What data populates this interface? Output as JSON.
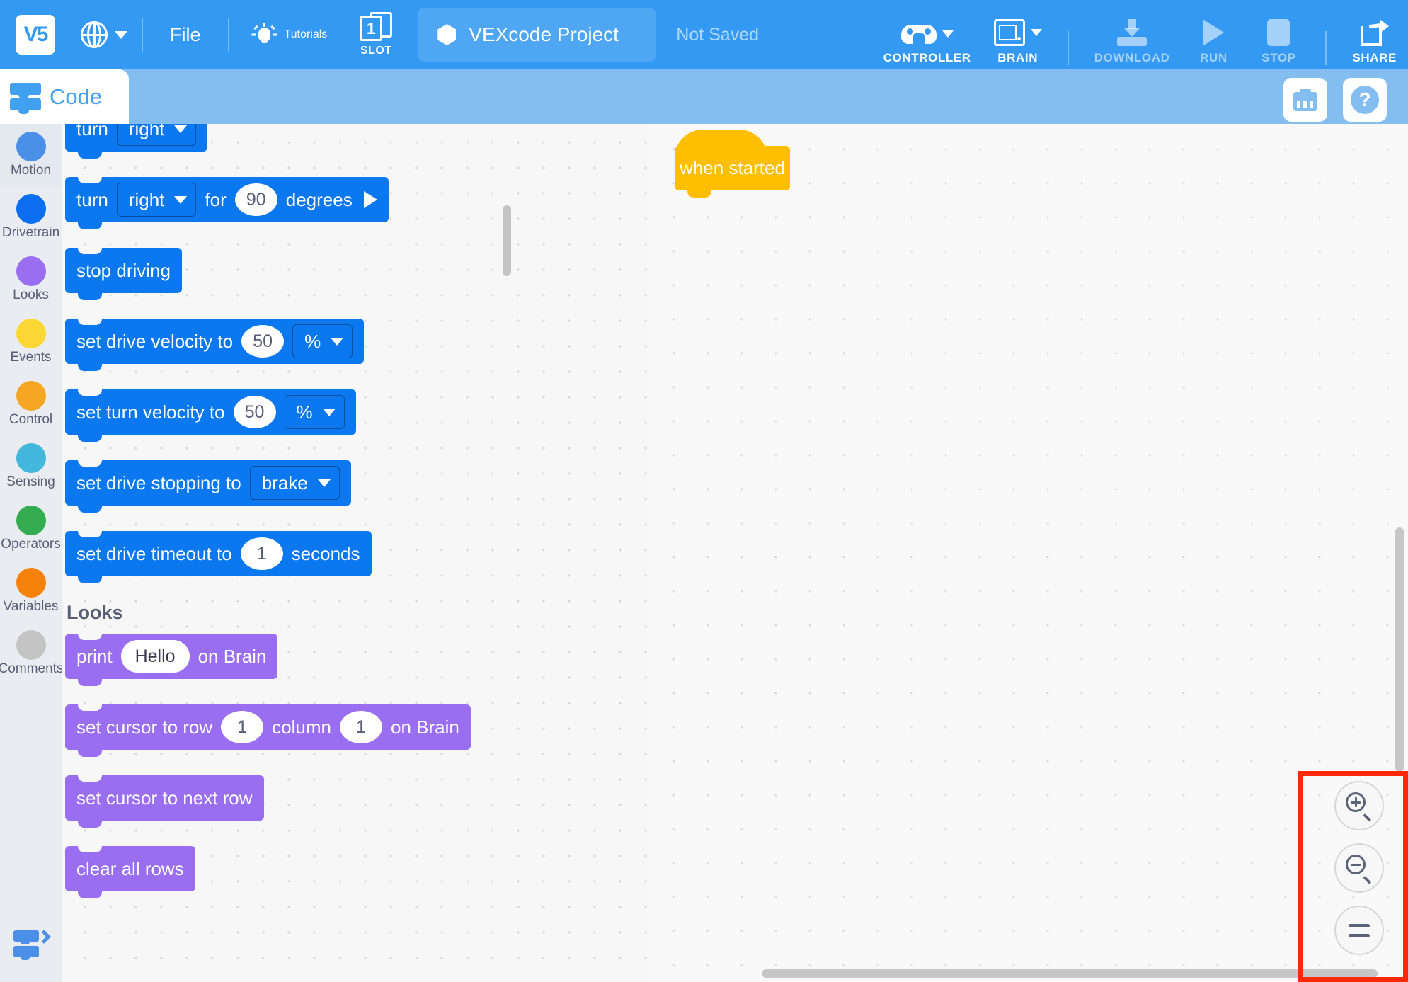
{
  "toolbar": {
    "logo_text": "V5",
    "language_icon": "globe-icon",
    "file_label": "File",
    "tutorials_label": "Tutorials",
    "slot_number": "1",
    "slot_label": "SLOT",
    "project_name": "VEXcode Project",
    "save_status": "Not Saved",
    "controller_label": "CONTROLLER",
    "brain_label": "BRAIN",
    "download_label": "DOWNLOAD",
    "run_label": "RUN",
    "stop_label": "STOP",
    "share_label": "SHARE"
  },
  "subbar": {
    "code_tab_label": "Code",
    "monitor_icon": "device-monitor-icon",
    "help_icon": "question-mark-icon"
  },
  "sidebar": {
    "categories": [
      {
        "label": "Motion",
        "color": "#4a90e8",
        "active": true
      },
      {
        "label": "Drivetrain",
        "color": "#0b6ef0",
        "active": false
      },
      {
        "label": "Looks",
        "color": "#9a6ef0",
        "active": false
      },
      {
        "label": "Events",
        "color": "#fcd734",
        "active": false
      },
      {
        "label": "Control",
        "color": "#f5a623",
        "active": false
      },
      {
        "label": "Sensing",
        "color": "#42b8dd",
        "active": false
      },
      {
        "label": "Operators",
        "color": "#34ad50",
        "active": false
      },
      {
        "label": "Variables",
        "color": "#f7820b",
        "active": false
      },
      {
        "label": "Comments",
        "color": "#c4c4c4",
        "active": false
      }
    ],
    "toggle_icon": "collapse-palette-icon"
  },
  "palette": {
    "sections": [
      {
        "title": "",
        "blocks": [
          {
            "id": "turn-partial",
            "category": "motion",
            "parts": [
              {
                "type": "text",
                "value": "turn"
              },
              {
                "type": "dropdown",
                "value": "right"
              }
            ]
          },
          {
            "id": "turn-for-degrees",
            "category": "motion",
            "parts": [
              {
                "type": "text",
                "value": "turn"
              },
              {
                "type": "dropdown",
                "value": "right"
              },
              {
                "type": "text",
                "value": "for"
              },
              {
                "type": "oval",
                "value": "90"
              },
              {
                "type": "text",
                "value": "degrees"
              },
              {
                "type": "run-arrow",
                "value": ""
              }
            ]
          },
          {
            "id": "stop-driving",
            "category": "motion",
            "parts": [
              {
                "type": "text",
                "value": "stop driving"
              }
            ]
          },
          {
            "id": "set-drive-velocity",
            "category": "motion",
            "parts": [
              {
                "type": "text",
                "value": "set drive velocity to"
              },
              {
                "type": "oval",
                "value": "50"
              },
              {
                "type": "dropdown",
                "value": "%"
              }
            ]
          },
          {
            "id": "set-turn-velocity",
            "category": "motion",
            "parts": [
              {
                "type": "text",
                "value": "set turn velocity to"
              },
              {
                "type": "oval",
                "value": "50"
              },
              {
                "type": "dropdown",
                "value": "%"
              }
            ]
          },
          {
            "id": "set-drive-stopping",
            "category": "motion",
            "parts": [
              {
                "type": "text",
                "value": "set drive stopping to"
              },
              {
                "type": "dropdown",
                "value": "brake"
              }
            ]
          },
          {
            "id": "set-drive-timeout",
            "category": "motion",
            "parts": [
              {
                "type": "text",
                "value": "set drive timeout to"
              },
              {
                "type": "oval",
                "value": "1"
              },
              {
                "type": "text",
                "value": "seconds"
              }
            ]
          }
        ]
      },
      {
        "title": "Looks",
        "blocks": [
          {
            "id": "print-on-brain",
            "category": "looks",
            "parts": [
              {
                "type": "text",
                "value": "print"
              },
              {
                "type": "textbox",
                "value": "Hello"
              },
              {
                "type": "text",
                "value": "on Brain"
              }
            ]
          },
          {
            "id": "set-cursor-row-column",
            "category": "looks",
            "parts": [
              {
                "type": "text",
                "value": "set cursor to row"
              },
              {
                "type": "oval",
                "value": "1"
              },
              {
                "type": "text",
                "value": "column"
              },
              {
                "type": "oval",
                "value": "1"
              },
              {
                "type": "text",
                "value": "on Brain"
              }
            ]
          },
          {
            "id": "set-cursor-next-row",
            "category": "looks",
            "parts": [
              {
                "type": "text",
                "value": "set cursor to next row"
              }
            ]
          },
          {
            "id": "clear-all-rows",
            "category": "looks",
            "parts": [
              {
                "type": "text",
                "value": "clear all rows"
              }
            ]
          }
        ]
      }
    ]
  },
  "workspace": {
    "hat_block_label": "when started",
    "zoom_controls": {
      "zoom_in_icon": "magnifier-plus-icon",
      "zoom_out_icon": "magnifier-minus-icon",
      "zoom_reset_icon": "equals-icon",
      "highlight_color": "#fb2a05"
    }
  }
}
